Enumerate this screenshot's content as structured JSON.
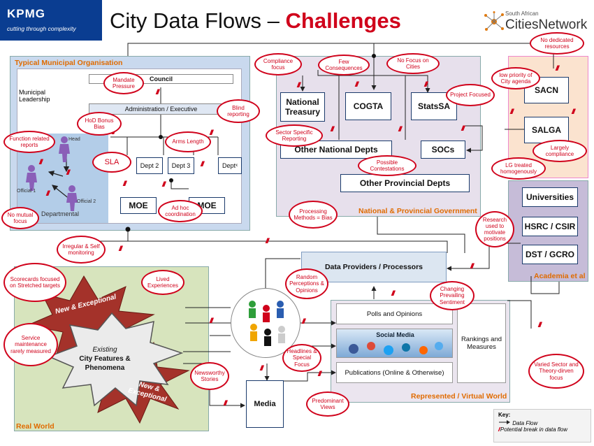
{
  "header": {
    "logo": "KPMG",
    "tagline": "cutting through complexity",
    "title_main": "City Data Flows – ",
    "title_highlight": "Challenges",
    "org_small": "South African",
    "org_main": "CitiesNetwork"
  },
  "regions": {
    "municipal": "Typical Municipal Organisation",
    "national": "National & Provincial Government",
    "academia": "Academia et al",
    "real_world": "Real World",
    "virtual": "Represented / Virtual World"
  },
  "municipal": {
    "leadership": "Municipal Leadership",
    "council": "Council",
    "admin": "Administration / Executive",
    "departmental": "Departmental",
    "dept2": "Dept 2",
    "dept3": "Dept 3",
    "deptx": "Dept",
    "deptx_sub": "x",
    "moe1": "MOE",
    "moe2": "MOE",
    "head": "Head",
    "official1": "Official 1",
    "official2": "Official 2"
  },
  "national": {
    "treasury": "National Treasury",
    "cogta": "COGTA",
    "statssa": "StatsSA",
    "other_national": "Other National Depts",
    "socs": "SOCs",
    "other_provincial": "Other Provincial Depts"
  },
  "associations": {
    "sacn": "SACN",
    "salga": "SALGA"
  },
  "academia": {
    "universities": "Universities",
    "hsrc": "HSRC / CSIR",
    "dst": "DST / GCRO"
  },
  "flow": {
    "data_providers": "Data Providers / Processors",
    "polls": "Polls and Opinions",
    "social_media": "Social Media",
    "publications": "Publications (Online & Otherwise)",
    "rankings": "Rankings and Measures",
    "media": "Media"
  },
  "real_world": {
    "existing_1": "Existing",
    "existing_2": "City Features &",
    "existing_3": "Phenomena",
    "new_top": "New & Exceptional",
    "new_bottom_1": "New &",
    "new_bottom_2": "Exceptional"
  },
  "callouts": {
    "mandate": "Mandate Pressure",
    "hod": "HoD Bonus Bias",
    "function": "Function related reports",
    "no_mutual": "No mutual focus",
    "sla": "SLA",
    "arms": "Arms Length",
    "blind": "Blind reporting",
    "adhoc": "Ad hoc coordination",
    "compliance": "Compliance focus",
    "few": "Few Consequences",
    "no_focus": "No Focus on Cities",
    "project": "Project Focused",
    "sector": "Sector Specific Reporting",
    "possible": "Possible Contestations",
    "no_dedicated": "No dedicated resources",
    "low_priority": "low priority of City agenda",
    "largely": "Largely compliance",
    "lg_treated": "LG treated homogenously",
    "processing": "Processing Methods = Bias",
    "irregular": "Irregular & Self monitoring",
    "research": "Research used to motivate positions",
    "random": "Random Perceptions & Opinions",
    "changing": "Changing Prevailing Sentiment",
    "lived": "Lived Experiences",
    "scorecards": "Scorecards focused on Stretched targets",
    "service": "Service maintenance rarely measured",
    "headlines": "Headlines & Special Focus",
    "newsworthy": "Newsworthy Stories",
    "predominant": "Predominant Views",
    "varied": "Varied Sector and Theory-dirven focus"
  },
  "key": {
    "title": "Key:",
    "data_flow": "Data Flow",
    "break": "Potential break in data flow",
    "break_symbol": "///"
  },
  "break_symbol": "////",
  "colors": {
    "kpmg_blue": "#0a3d91",
    "challenge_red": "#d0021b",
    "region_orange": "#e06b00",
    "municipal_bg": "#c9d9ee",
    "national_bg": "#e7e0ec",
    "associations_bg": "#fbe3cf",
    "academia_bg": "#c6bcd8",
    "real_world_bg": "#d7e4bd",
    "virtual_bg": "#ebe5ef"
  }
}
